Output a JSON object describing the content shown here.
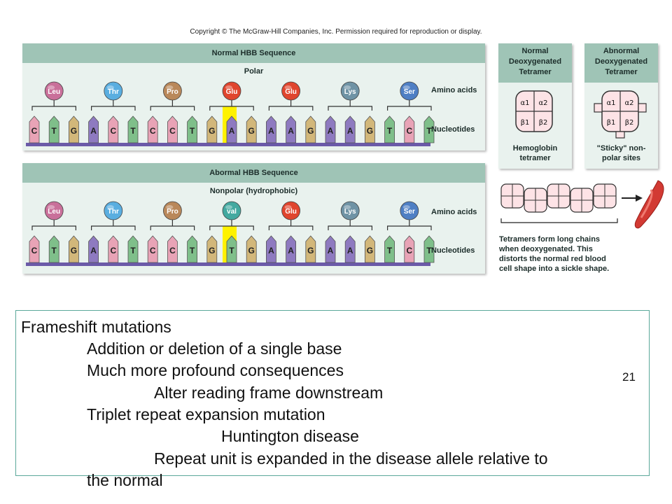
{
  "copyright": "Copyright © The McGraw-Hill Companies, Inc. Permission required for reproduction or display.",
  "normal_panel": {
    "title": "Normal HBB Sequence",
    "highlight_label": "Polar",
    "amino_acids": [
      "Leu",
      "Thr",
      "Pro",
      "Glu",
      "Glu",
      "Lys",
      "Ser"
    ],
    "nucleotides": [
      "C",
      "T",
      "G",
      "A",
      "C",
      "T",
      "C",
      "C",
      "T",
      "G",
      "A",
      "G",
      "A",
      "A",
      "G",
      "A",
      "A",
      "G",
      "T",
      "C",
      "T"
    ],
    "amino_label": "Amino acids",
    "nucleotide_label": "Nucleotides"
  },
  "abnormal_panel": {
    "title": "Abormal HBB Sequence",
    "highlight_label": "Nonpolar (hydrophobic)",
    "amino_acids": [
      "Leu",
      "Thr",
      "Pro",
      "val",
      "Glu",
      "Lys",
      "Ser"
    ],
    "nucleotides": [
      "C",
      "T",
      "G",
      "A",
      "C",
      "T",
      "C",
      "C",
      "T",
      "G",
      "T",
      "G",
      "A",
      "A",
      "G",
      "A",
      "A",
      "G",
      "T",
      "C",
      "T"
    ],
    "amino_label": "Amino acids",
    "nucleotide_label": "Nucleotides"
  },
  "normal_tetramer": {
    "title_lines": [
      "Normal",
      "Deoxygenated",
      "Tetramer"
    ],
    "subunits": [
      "α1",
      "α2",
      "β1",
      "β2"
    ],
    "caption_lines": [
      "Hemoglobin",
      "tetramer"
    ]
  },
  "abnormal_tetramer": {
    "title_lines": [
      "Abnormal",
      "Deoxygenated",
      "Tetramer"
    ],
    "subunits": [
      "α1",
      "α2",
      "β1",
      "β2"
    ],
    "caption_lines": [
      "\"Sticky\" non-",
      "polar sites"
    ]
  },
  "chain_caption_lines": [
    "Tetramers form long chains",
    "when deoxygenated. This",
    "distorts the normal red blood",
    "cell shape into a sickle shape."
  ],
  "colors": {
    "Leu": "#c9709a",
    "Thr": "#5aaee0",
    "Pro": "#b9885a",
    "Glu": "#e0452e",
    "Lys": "#6f93a5",
    "Ser": "#4f7fc4",
    "val": "#43a9a0",
    "C": "#e8a3b6",
    "T": "#7fbf8a",
    "G": "#d2b77a",
    "A": "#8e7ac0",
    "highlight": "#fff200",
    "backbone": "#6b5aa8"
  },
  "text_lines": [
    "Frameshift mutations",
    "Addition or deletion of a single base",
    "Much more profound consequences",
    "Alter reading frame downstream",
    "Triplet repeat expansion mutation",
    "Huntington disease",
    "Repeat unit is expanded in the disease allele relative to",
    "the normal"
  ],
  "page_number": "21"
}
